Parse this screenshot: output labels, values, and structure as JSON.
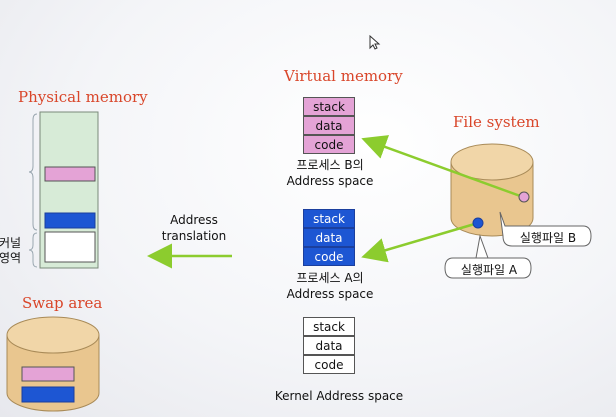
{
  "titles": {
    "physical_memory": "Physical memory",
    "virtual_memory": "Virtual memory",
    "file_system": "File system",
    "swap_area": "Swap area"
  },
  "kernel_region": "커널\n영역",
  "address_translation": "Address\ntranslation",
  "process_b": {
    "segments": [
      "stack",
      "data",
      "code"
    ],
    "caption": "프로세스 B의\nAddress space"
  },
  "process_a": {
    "segments": [
      "stack",
      "data",
      "code"
    ],
    "caption": "프로세스 A의\nAddress space"
  },
  "kernel": {
    "segments": [
      "stack",
      "data",
      "code"
    ],
    "caption": "Kernel Address space"
  },
  "file_labels": {
    "exec_b": "실행파일 B",
    "exec_a": "실행파일 A"
  },
  "colors": {
    "title": "#d9462a",
    "pink": "#e4a3d6",
    "blue": "#1d56d3",
    "arrow": "#8ccc2e",
    "cylinder": "#e9c68f"
  }
}
